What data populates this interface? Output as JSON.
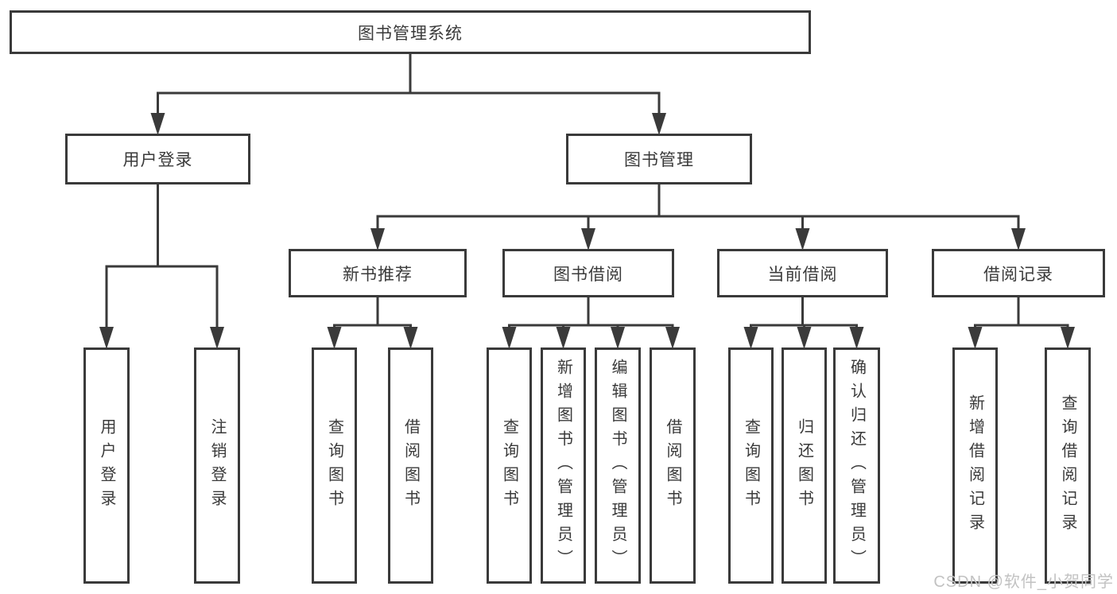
{
  "diagram": {
    "title": "图书管理系统",
    "colors": {
      "line": "#3a3a3a",
      "box_border": "#3a3a3a",
      "text": "#3a3a3a",
      "background": "#ffffff",
      "watermark": "#c2c2c2"
    },
    "nodes": [
      {
        "id": "root",
        "label": "图书管理系统"
      },
      {
        "id": "user-login",
        "label": "用户登录"
      },
      {
        "id": "book-mgmt",
        "label": "图书管理"
      },
      {
        "id": "new-book-rec",
        "label": "新书推荐"
      },
      {
        "id": "book-borrow",
        "label": "图书借阅"
      },
      {
        "id": "current-borrow",
        "label": "当前借阅"
      },
      {
        "id": "borrow-records",
        "label": "借阅记录"
      },
      {
        "id": "leaf-user-login",
        "label": "用户登录"
      },
      {
        "id": "leaf-logout",
        "label": "注销登录"
      },
      {
        "id": "leaf-nbr-query",
        "label": "查询图书"
      },
      {
        "id": "leaf-nbr-borrow",
        "label": "借阅图书"
      },
      {
        "id": "leaf-bb-query",
        "label": "查询图书"
      },
      {
        "id": "leaf-bb-add",
        "label": "新增图书（管理员）"
      },
      {
        "id": "leaf-bb-edit",
        "label": "编辑图书（管理员）"
      },
      {
        "id": "leaf-bb-borrow",
        "label": "借阅图书"
      },
      {
        "id": "leaf-cb-query",
        "label": "查询图书"
      },
      {
        "id": "leaf-cb-return",
        "label": "归还图书"
      },
      {
        "id": "leaf-cb-confirm",
        "label": "确认归还（管理员）"
      },
      {
        "id": "leaf-br-add",
        "label": "新增借阅记录"
      },
      {
        "id": "leaf-br-query",
        "label": "查询借阅记录"
      }
    ],
    "edges": [
      {
        "from": "root",
        "to": [
          "user-login",
          "book-mgmt"
        ]
      },
      {
        "from": "user-login",
        "to": [
          "leaf-user-login",
          "leaf-logout"
        ]
      },
      {
        "from": "book-mgmt",
        "to": [
          "new-book-rec",
          "book-borrow",
          "current-borrow",
          "borrow-records"
        ]
      },
      {
        "from": "new-book-rec",
        "to": [
          "leaf-nbr-query",
          "leaf-nbr-borrow"
        ]
      },
      {
        "from": "book-borrow",
        "to": [
          "leaf-bb-query",
          "leaf-bb-add",
          "leaf-bb-edit",
          "leaf-bb-borrow"
        ]
      },
      {
        "from": "current-borrow",
        "to": [
          "leaf-cb-query",
          "leaf-cb-return",
          "leaf-cb-confirm"
        ]
      },
      {
        "from": "borrow-records",
        "to": [
          "leaf-br-add",
          "leaf-br-query"
        ]
      }
    ],
    "watermark": "CSDN @软件_小贺同学"
  }
}
